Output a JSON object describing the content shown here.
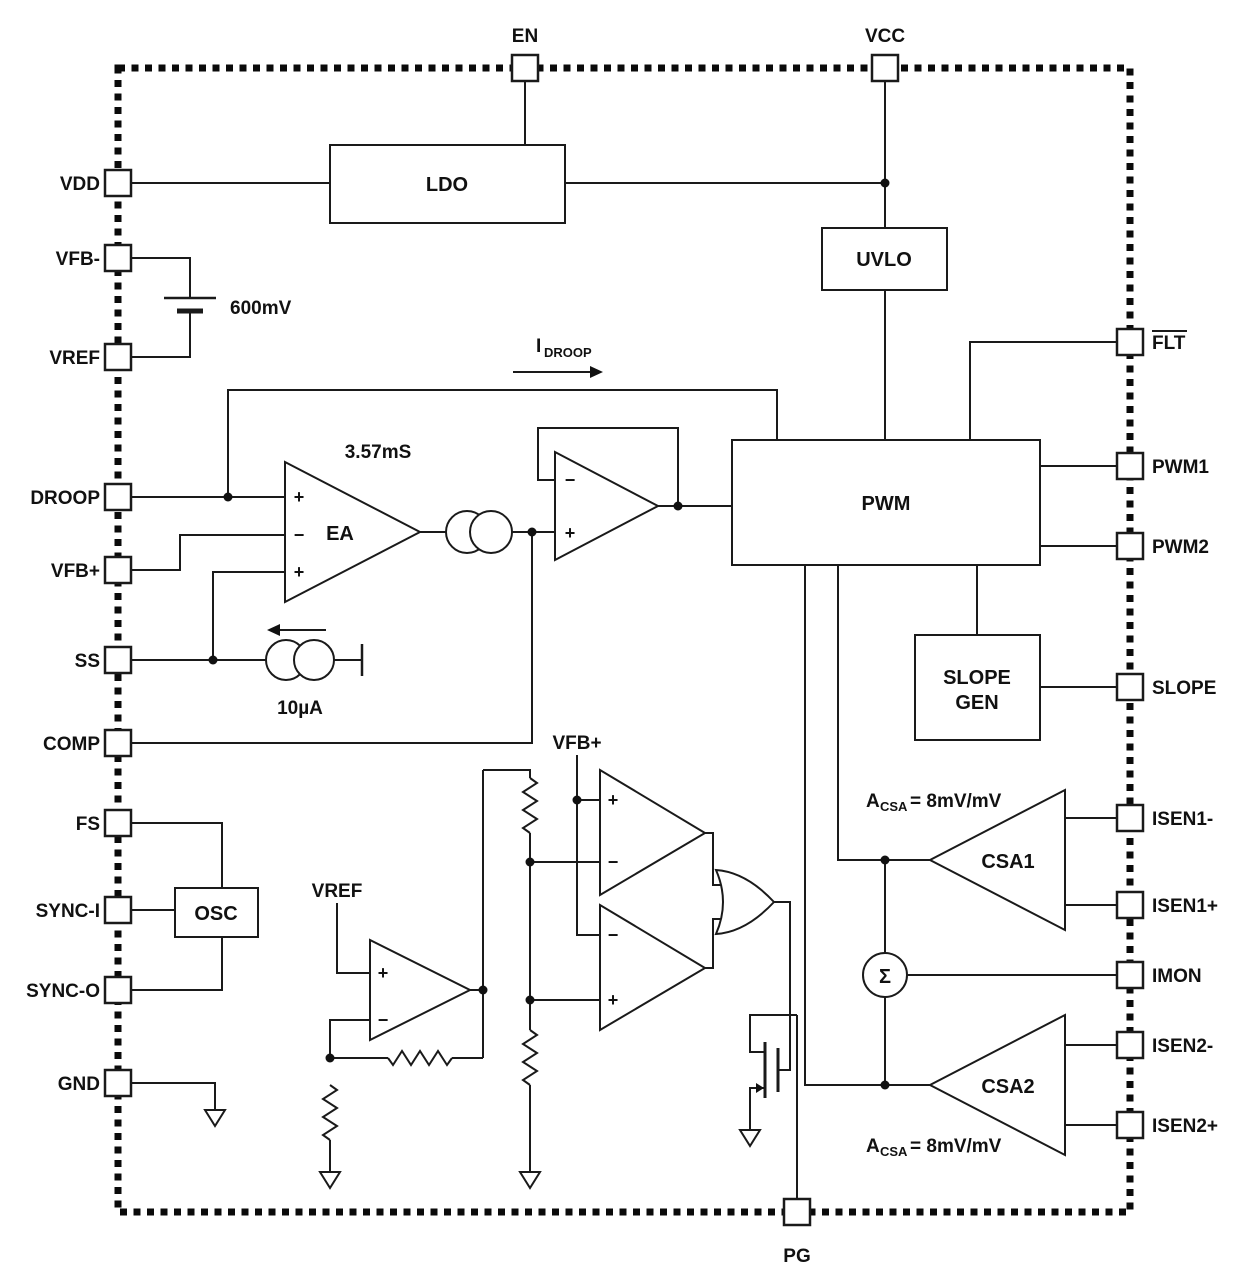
{
  "pins": {
    "en": "EN",
    "vcc": "VCC",
    "vdd": "VDD",
    "vfb_n": "VFB-",
    "vref": "VREF",
    "droop": "DROOP",
    "vfb_p": "VFB+",
    "ss": "SS",
    "comp": "COMP",
    "fs": "FS",
    "sync_i": "SYNC-I",
    "sync_o": "SYNC-O",
    "gnd": "GND",
    "flt": "FLT",
    "pwm1": "PWM1",
    "pwm2": "PWM2",
    "slope": "SLOPE",
    "isen1_n": "ISEN1-",
    "isen1_p": "ISEN1+",
    "imon": "IMON",
    "isen2_n": "ISEN2-",
    "isen2_p": "ISEN2+",
    "pg": "PG"
  },
  "blocks": {
    "ldo": "LDO",
    "uvlo": "UVLO",
    "pwm": "PWM",
    "slope_gen_l1": "SLOPE",
    "slope_gen_l2": "GEN",
    "osc": "OSC",
    "ea": "EA",
    "csa1": "CSA1",
    "csa2": "CSA2",
    "sigma": "Σ"
  },
  "annotations": {
    "vref_offset": "600mV",
    "ea_gm": "3.57mS",
    "idroop_i": "I",
    "idroop_sub": "DROOP",
    "ss_current": "10µA",
    "acsa_a": "A",
    "acsa_sub": "CSA",
    "acsa_val": "= 8mV/mV",
    "vfb_p_node": "VFB+",
    "vref_node": "VREF"
  },
  "signs": {
    "plus": "+",
    "minus": "−"
  }
}
